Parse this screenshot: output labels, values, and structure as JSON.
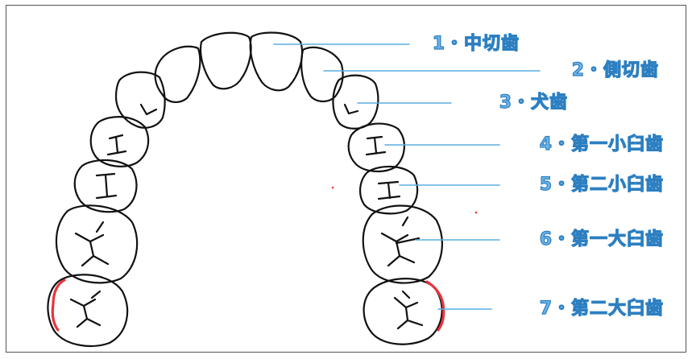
{
  "labels": [
    {
      "text": "1・中切歯"
    },
    {
      "text": "2・側切歯"
    },
    {
      "text": "3・犬歯"
    },
    {
      "text": "4・第一小臼歯"
    },
    {
      "text": "5・第二小臼歯"
    },
    {
      "text": "6・第一大臼歯"
    },
    {
      "text": "7・第二大臼歯"
    }
  ],
  "colors": {
    "leader_line": "#5aaee0",
    "label_text": "#6fb4e6",
    "label_outline": "#2c7fc1",
    "tooth_outline": "#111111",
    "highlight": "#e8333f"
  }
}
